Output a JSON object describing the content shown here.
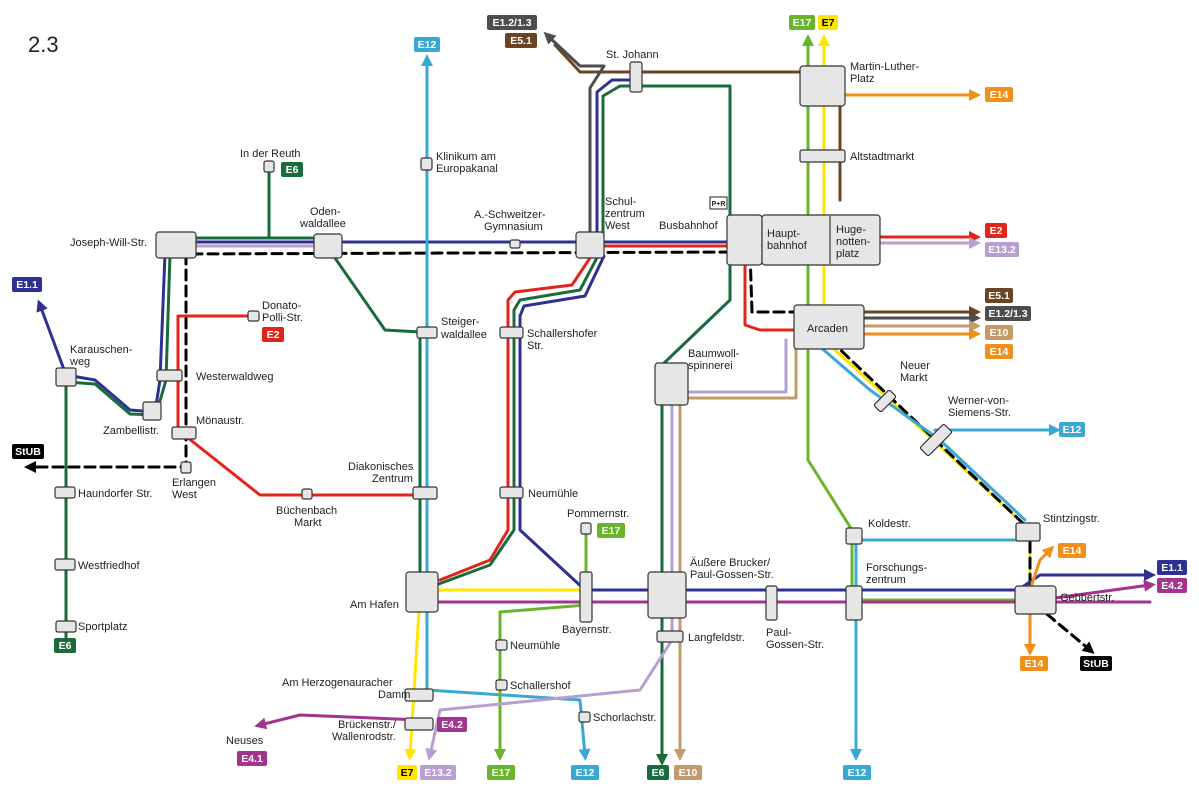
{
  "title": "2.3",
  "colors": {
    "e1": "#2e3192",
    "e2": "#e1251b",
    "e4": "#a3358f",
    "e5": "#6b4423",
    "e6": "#1a6b3c",
    "e7": "#ffe500",
    "e10": "#c49a6c",
    "e12": "#39a9d3",
    "e13": "#b79fd1",
    "e14": "#f18f1b",
    "e17": "#6ab42d",
    "stub": "#000000",
    "gray": "#4d4d4d"
  },
  "stations": {
    "st_johann": "St. Johann",
    "martin_luther_platz": [
      "Martin-Luther-",
      "Platz"
    ],
    "altstadtmarkt": "Altstadtmarkt",
    "in_der_reuth": "In der Reuth",
    "klinikum": [
      "Klinikum am",
      "Europakanal"
    ],
    "joseph_will": "Joseph-Will-Str.",
    "odenwaldallee": [
      "Oden-",
      "waldallee"
    ],
    "schweitzer": [
      "A.-Schweitzer-",
      "Gymnasium"
    ],
    "schulzentrum": [
      "Schul-",
      "zentrum",
      "West"
    ],
    "busbahnhof": "Busbahnhof",
    "hauptbahnhof": [
      "Haupt-",
      "bahnhof"
    ],
    "hugenottenplatz": [
      "Huge-",
      "notten-",
      "platz"
    ],
    "donato_polli": [
      "Donato-",
      "Polli-Str."
    ],
    "steigerwaldallee": [
      "Steiger-",
      "waldallee"
    ],
    "schallershofer": [
      "Schallershofer",
      "Str."
    ],
    "arcaden": "Arcaden",
    "karauschenweg": [
      "Karauschen-",
      "weg"
    ],
    "westerwaldweg": "Westerwaldweg",
    "zambellistr": "Zambellistr.",
    "moenaustr": "Mönaustr.",
    "erlangen_west": [
      "Erlangen",
      "West"
    ],
    "baumwollspinnerei": [
      "Baumwoll-",
      "spinnerei"
    ],
    "neuer_markt": [
      "Neuer",
      "Markt"
    ],
    "werner_von_siemens": [
      "Werner-von-",
      "Siemens-Str."
    ],
    "haundorfer": "Haundorfer Str.",
    "diakonisches": [
      "Diakonisches",
      "Zentrum"
    ],
    "buechenbach": [
      "Büchenbach",
      "Markt"
    ],
    "neumuehle_north": "Neumühle",
    "pommernstr": "Pommernstr.",
    "koldestr": "Koldestr.",
    "stintzingstr": "Stintzingstr.",
    "westfriedhof": "Westfriedhof",
    "aeussere_brucker": [
      "Äußere Brucker/",
      "Paul-Gossen-Str."
    ],
    "forschungszentrum": [
      "Forschungs-",
      "zentrum"
    ],
    "am_hafen": "Am Hafen",
    "bayernstr": "Bayernstr.",
    "langfeldstr": "Langfeldstr.",
    "paul_gossen": [
      "Paul-",
      "Gossen-Str."
    ],
    "gebbertstr": "Gebbertstr.",
    "sportplatz": "Sportplatz",
    "neumuehle_south": "Neumühle",
    "schallershof": "Schallershof",
    "am_herzogenauracher": [
      "Am Herzogenauracher",
      "Damm"
    ],
    "schorlachstr": "Schorlachstr.",
    "brueckenstr": [
      "Brückenstr./",
      "Wallenrodstr."
    ],
    "neuses": "Neuses"
  },
  "badges": {
    "e1_2_top": "E1.2/1.3",
    "e5_1_top": "E5.1",
    "e12_top": "E12",
    "e17_top": "E17",
    "e7_top": "E7",
    "e14_mlp": "E14",
    "e6_reuth": "E6",
    "e2_right": "E2",
    "e13_2_right": "E13.2",
    "e1_1_left": "E1.1",
    "e2_donato": "E2",
    "e5_1_right": "E5.1",
    "e1_2_right": "E1.2/1.3",
    "e10_right": "E10",
    "e14_right": "E14",
    "stub_left": "StUB",
    "e12_wvs": "E12",
    "e17_pommern": "E17",
    "e14_stintzing": "E14",
    "e1_1_right": "E1.1",
    "e4_2_right": "E4.2",
    "e6_sportplatz": "E6",
    "e14_bottom": "E14",
    "stub_right": "StUB",
    "e4_2_brueckenstr": "E4.2",
    "e4_1_neuses": "E4.1",
    "e7_bottom": "E7",
    "e13_2_bottom": "E13.2",
    "e17_bottom": "E17",
    "e12_bottom_left": "E12",
    "e6_bottom": "E6",
    "e10_bottom": "E10",
    "e12_bottom_right": "E12"
  },
  "park_and_ride": "P+R"
}
